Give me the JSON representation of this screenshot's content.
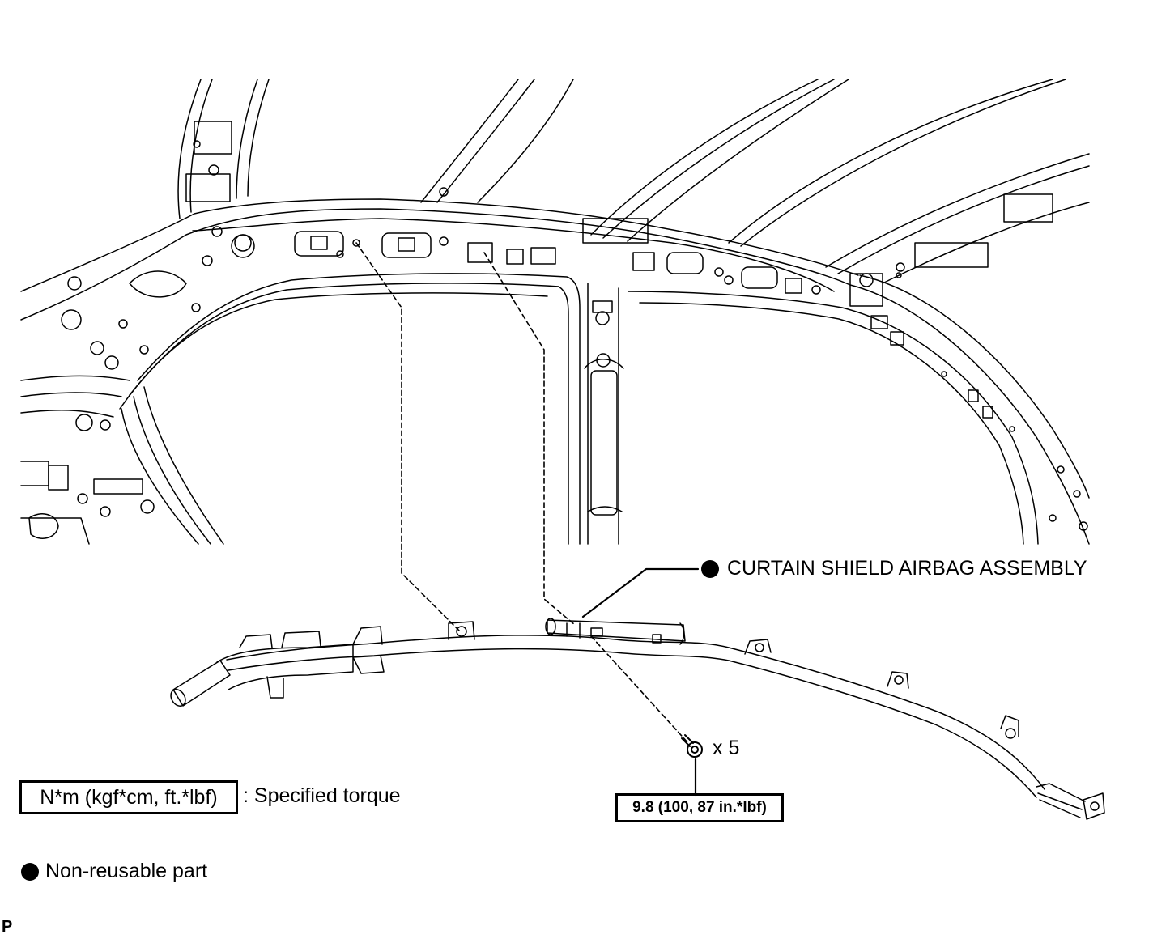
{
  "labels": {
    "part_name": "CURTAIN SHIELD AIRBAG ASSEMBLY",
    "bolt_quantity": "x 5",
    "torque_value": "9.8 (100, 87 in.*lbf)",
    "legend_torque_units": "N*m (kgf*cm, ft.*lbf)",
    "legend_torque_text": ": Specified torque",
    "legend_nonreusable_text": "Non-reusable part",
    "corner_code": "P"
  },
  "icons": {
    "non_reusable_marker": "filled-circle-icon",
    "bolt": "bolt-icon"
  }
}
